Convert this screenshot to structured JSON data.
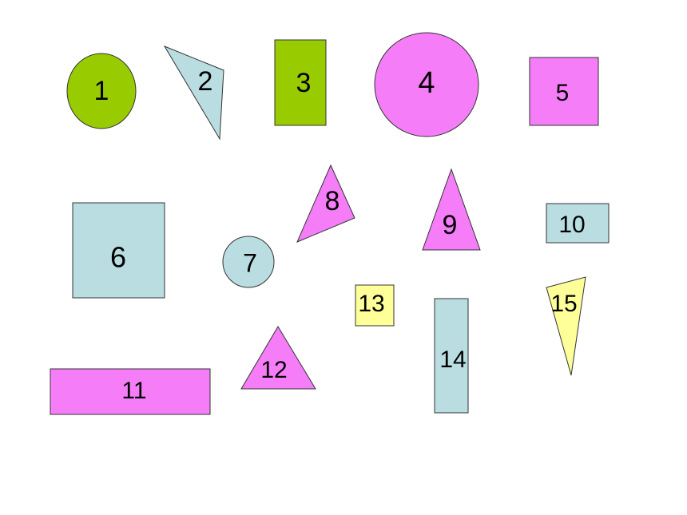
{
  "colors": {
    "green": "#99cc00",
    "light_blue": "#b9dde0",
    "pink": "#f57ef8",
    "yellow": "#ffff99"
  },
  "shapes": [
    {
      "label": "1",
      "kind": "circle",
      "color": "green"
    },
    {
      "label": "2",
      "kind": "triangle",
      "color": "light_blue"
    },
    {
      "label": "3",
      "kind": "rectangle",
      "color": "green"
    },
    {
      "label": "4",
      "kind": "circle",
      "color": "pink"
    },
    {
      "label": "5",
      "kind": "square",
      "color": "pink"
    },
    {
      "label": "6",
      "kind": "square",
      "color": "light_blue"
    },
    {
      "label": "7",
      "kind": "circle",
      "color": "light_blue"
    },
    {
      "label": "8",
      "kind": "triangle",
      "color": "pink"
    },
    {
      "label": "9",
      "kind": "triangle",
      "color": "pink"
    },
    {
      "label": "10",
      "kind": "rectangle",
      "color": "light_blue"
    },
    {
      "label": "11",
      "kind": "rectangle",
      "color": "pink"
    },
    {
      "label": "12",
      "kind": "triangle",
      "color": "pink"
    },
    {
      "label": "13",
      "kind": "square",
      "color": "yellow"
    },
    {
      "label": "14",
      "kind": "rectangle",
      "color": "light_blue"
    },
    {
      "label": "15",
      "kind": "triangle",
      "color": "yellow"
    }
  ]
}
